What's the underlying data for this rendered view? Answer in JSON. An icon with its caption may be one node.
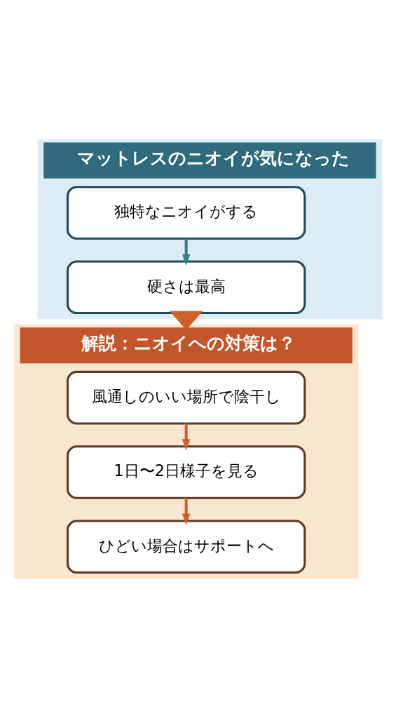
{
  "diagram": {
    "nodes": [
      {
        "text": [
          "マットレスのニオイが気になった"
        ]
      },
      {
        "text": [
          "独特なニオイがする"
        ],
        "in": 0
      },
      {
        "text": [
          "硬さは最高"
        ],
        "in": 0
      },
      {
        "text": [
          "解説：ニオイへの対策は？"
        ]
      },
      {
        "text": [
          "風通しのいい場所で陰干し"
        ],
        "in": 3
      },
      {
        "text": [
          "1日〜2日様子を見る"
        ],
        "in": 3
      },
      {
        "text": [
          "ひどい場合はサポートへ"
        ],
        "in": 3
      }
    ],
    "edges": [
      {
        "from": 1,
        "to": 2,
        "arrow": "to",
        "color": "#3a7a8c"
      },
      {
        "from": 0,
        "to": 3,
        "arrow": "to",
        "style": "thick"
      },
      {
        "from": 4,
        "to": 5,
        "arrow": "to"
      },
      {
        "from": 5,
        "to": 6,
        "arrow": "to"
      }
    ]
  }
}
